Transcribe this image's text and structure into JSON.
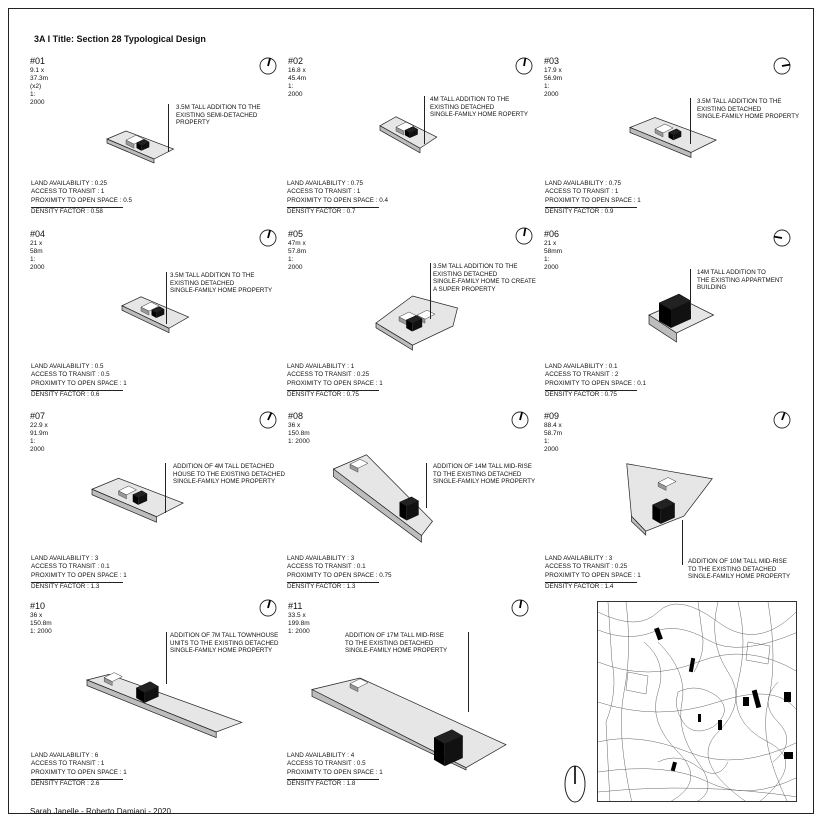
{
  "sheet": {
    "title": "3A I Title: Section 28 Typological Design",
    "credit": "Sarah Janelle - Roberto Damiani - 2020"
  },
  "panels": [
    {
      "id": "#01",
      "dims": "9.1 x 37.3m (x2)",
      "scale": "1: 2000",
      "note": [
        "3.5M TALL ADDITION TO THE",
        "EXISTING SEMI-DETACHED",
        "PROPERTY"
      ],
      "land": "LAND AVAILABILITY : 0.25",
      "transit": "ACCESS TO TRANSIT : 1",
      "open": "PROXIMITY TO OPEN SPACE : 0.5",
      "density": "DENSITY FACTOR : 0.58"
    },
    {
      "id": "#02",
      "dims": "16.8 x 45.4m",
      "scale": "1: 2000",
      "note": [
        "4M TALL ADDITION TO THE",
        "EXISTING DETACHED",
        "SINGLE-FAMILY HOME ROPERTY"
      ],
      "land": "LAND AVAILABILITY : 0.75",
      "transit": "ACCESS TO TRANSIT : 1",
      "open": "PROXIMITY TO OPEN SPACE : 0.4",
      "density": "DENSITY FACTOR : 0.7"
    },
    {
      "id": "#03",
      "dims": "17.9 x 56.9m",
      "scale": "1: 2000",
      "note": [
        "3.5M TALL ADDITION TO THE",
        "EXISTING DETACHED",
        "SINGLE-FAMILY HOME PROPERTY"
      ],
      "land": "LAND AVAILABILITY : 0.75",
      "transit": "ACCESS TO TRANSIT : 1",
      "open": "PROXIMITY TO OPEN SPACE : 1",
      "density": "DENSITY FACTOR : 0.9"
    },
    {
      "id": "#04",
      "dims": "21 x 58m",
      "scale": "1: 2000",
      "note": [
        "3.5M TALL ADDITION TO THE",
        "EXISTING DETACHED",
        "SINGLE-FAMILY HOME PROPERTY"
      ],
      "land": "LAND AVAILABILITY : 0.5",
      "transit": "ACCESS TO TRANSIT : 0.5",
      "open": "PROXIMITY TO OPEN SPACE : 1",
      "density": "DENSITY FACTOR : 0.6"
    },
    {
      "id": "#05",
      "dims": "47m x 57.8m",
      "scale": "1: 2000",
      "note": [
        "3.5M TALL ADDITION TO THE",
        "EXISTING DETACHED",
        "SINGLE-FAMILY HOME TO CREATE",
        "A SUPER PROPERTY"
      ],
      "land": "LAND AVAILABILITY : 1",
      "transit": "ACCESS TO TRANSIT : 0.25",
      "open": "PROXIMITY TO OPEN SPACE : 1",
      "density": "DENSITY FACTOR : 0.75"
    },
    {
      "id": "#06",
      "dims": "21 x 58mm",
      "scale": "1: 2000",
      "note": [
        "14M TALL ADDITION TO",
        "THE EXISTING APPARTMENT",
        "BUILDING"
      ],
      "land": "LAND AVAILABILITY : 0.1",
      "transit": "ACCESS TO TRANSIT : 2",
      "open": "PROXIMITY TO OPEN SPACE : 0.1",
      "density": "DENSITY FACTOR : 0.75"
    },
    {
      "id": "#07",
      "dims": "22.9 x 91.9m",
      "scale": "1: 2000",
      "note": [
        "ADDITION OF 4M TALL DETACHED",
        "HOUSE TO THE EXISTING  DETACHED",
        "SINGLE-FAMILY HOME PROPERTY"
      ],
      "land": "LAND AVAILABILITY : 3",
      "transit": "ACCESS TO TRANSIT : 0.1",
      "open": "PROXIMITY TO OPEN SPACE : 1",
      "density": "DENSITY FACTOR : 1.3"
    },
    {
      "id": "#08",
      "dims": "36 x 150.8m",
      "scale": "1: 2000",
      "note": [
        "ADDITION OF 14M TALL MID-RISE",
        "TO THE EXISTING DETACHED",
        "SINGLE-FAMILY HOME PROPERTY"
      ],
      "land": "LAND AVAILABILITY : 3",
      "transit": "ACCESS TO TRANSIT : 0.1",
      "open": "PROXIMITY TO OPEN SPACE : 0.75",
      "density": "DENSITY FACTOR : 1.3"
    },
    {
      "id": "#09",
      "dims": "88.4 x 58.7m",
      "scale": "1: 2000",
      "note": [
        "ADDITION OF 10M TALL MID-RISE",
        "TO THE EXISTING DETACHED",
        "SINGLE-FAMILY HOME PROPERTY"
      ],
      "land": "LAND AVAILABILITY : 3",
      "transit": "ACCESS TO TRANSIT : 0.25",
      "open": "PROXIMITY TO OPEN SPACE : 1",
      "density": "DENSITY FACTOR : 1.4"
    },
    {
      "id": "#10",
      "dims": "36 x 150.8m",
      "scale": "1: 2000",
      "note": [
        "ADDITION OF 7M TALL TOWNHOUSE",
        "UNITS TO THE EXISTING DETACHED",
        "SINGLE-FAMILY HOME PROPERTY"
      ],
      "land": "LAND AVAILABILITY : 6",
      "transit": "ACCESS TO TRANSIT : 1",
      "open": "PROXIMITY TO OPEN SPACE : 1",
      "density": "DENSITY FACTOR : 2.6"
    },
    {
      "id": "#11",
      "dims": "33.5 x 199.8m",
      "scale": "1: 2000",
      "note": [
        "ADDITION OF 17M TALL MID-RISE",
        "TO THE EXISTING DETACHED",
        "SINGLE-FAMILY HOME PROPERTY"
      ],
      "land": "LAND AVAILABILITY : 4",
      "transit": "ACCESS TO TRANSIT : 0.5",
      "open": "PROXIMITY TO OPEN SPACE : 1",
      "density": "DENSITY FACTOR : 1.8"
    }
  ]
}
